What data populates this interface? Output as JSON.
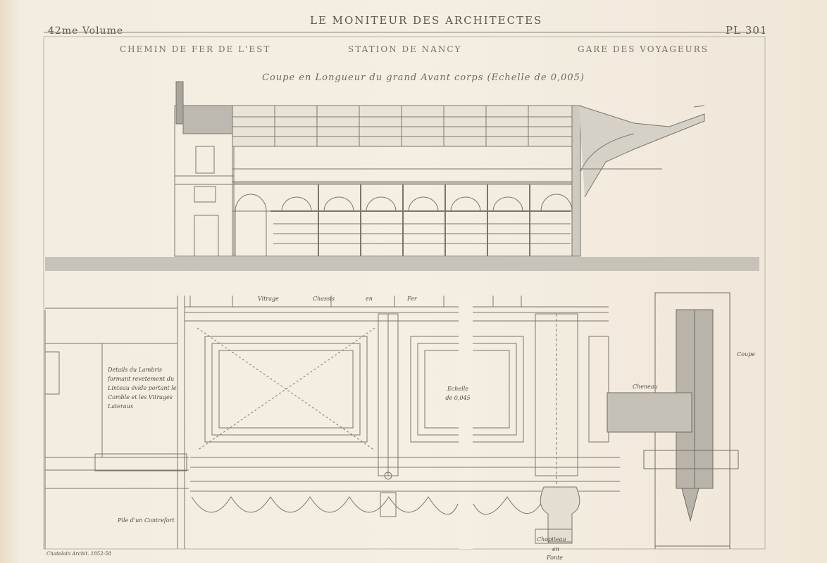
{
  "header": {
    "journal": "LE MONITEUR DES ARCHITECTES",
    "volume": "42me Volume",
    "plate": "PL 301",
    "railway": "CHEMIN DE FER DE L'EST",
    "station": "STATION DE NANCY",
    "building": "GARE DES VOYAGEURS"
  },
  "section": {
    "subtitle": "Coupe en Longueur du grand Avant corps (Echelle de 0,005)"
  },
  "detail": {
    "lambris_note": "Details du Lambris formant revetement du Linteau évide portant le Comble et les Vitrages Lateraux",
    "echelle": "Echelle de 0,045",
    "vitrage": "Vitrage",
    "chassis": "Chassis",
    "en": "en",
    "fer": "Fer",
    "cheneau": "Cheneau",
    "coupe": "Coupe",
    "pile": "Pile d'un Contrefort",
    "chapiteau": "Chapiteau",
    "en2": "en",
    "fonte": "Fonte"
  },
  "footer": {
    "signature": "Chatelain Archit. 1852-58"
  }
}
